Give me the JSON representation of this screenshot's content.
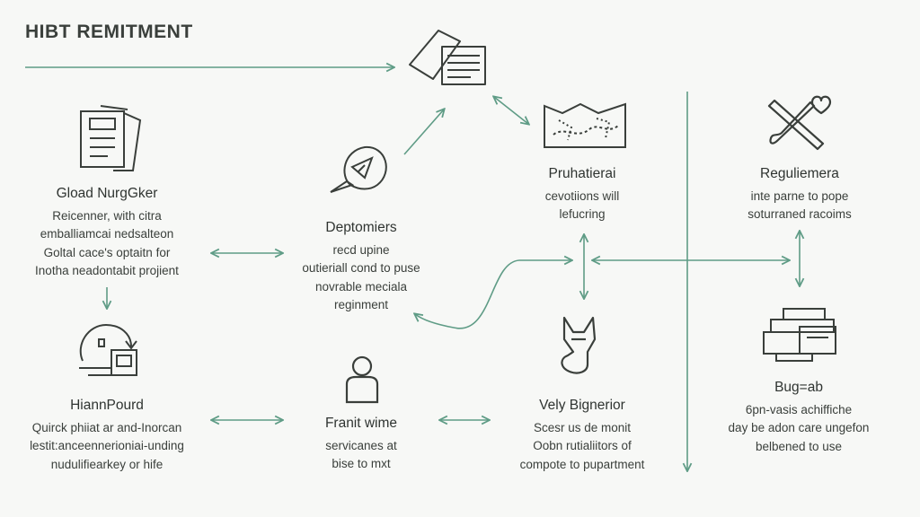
{
  "title": "HIBT REMITMENT",
  "colors": {
    "accent": "#5f9c86",
    "ink": "#3a3f3b",
    "background": "#f7f8f6"
  },
  "nodes": {
    "global": {
      "icon": "document-stack-icon",
      "title": "Gload NurgGker",
      "lines": [
        "Reicenner, with citra",
        "emballiamcai nedsalteon",
        "Goltal cace's optaitn for",
        "Inotha neadontabit projient"
      ]
    },
    "deptomiers": {
      "icon": "rocket-badge-icon",
      "title": "Deptomiers",
      "lines": [
        "recd upine",
        "outieriall cond to puse",
        "novrable meciala",
        "reginment"
      ]
    },
    "pruhatierai": {
      "icon": "map-panel-icon",
      "title": "Pruhatierai",
      "lines": [
        "cevotiions will",
        "lefucring"
      ]
    },
    "reguliemera": {
      "icon": "crossed-tools-heart-icon",
      "title": "Reguliemera",
      "lines": [
        "inte parne to pope",
        "soturraned racoims"
      ]
    },
    "hiannpourd": {
      "icon": "circular-refresh-icon",
      "title": "HiannPourd",
      "lines": [
        "Quirck phiiat ar and-Inorcan",
        "lestit:anceennerioniai-unding",
        "nudulifiearkey or hife"
      ]
    },
    "franit": {
      "icon": "person-icon",
      "title": "Franit wime",
      "lines": [
        "servicanes at",
        "bise to mxt"
      ]
    },
    "vely": {
      "icon": "fox-head-icon",
      "title": "Vely Bignerior",
      "lines": [
        "Scesr us de monit",
        "Oobn rutialiitors of",
        "compote to pupartment"
      ]
    },
    "bugstab": {
      "icon": "stacked-blocks-icon",
      "title": "Bug=ab",
      "lines": [
        "6pn-vasis achiffiche",
        "day be adon care ungefon",
        "belbened to use"
      ]
    }
  }
}
